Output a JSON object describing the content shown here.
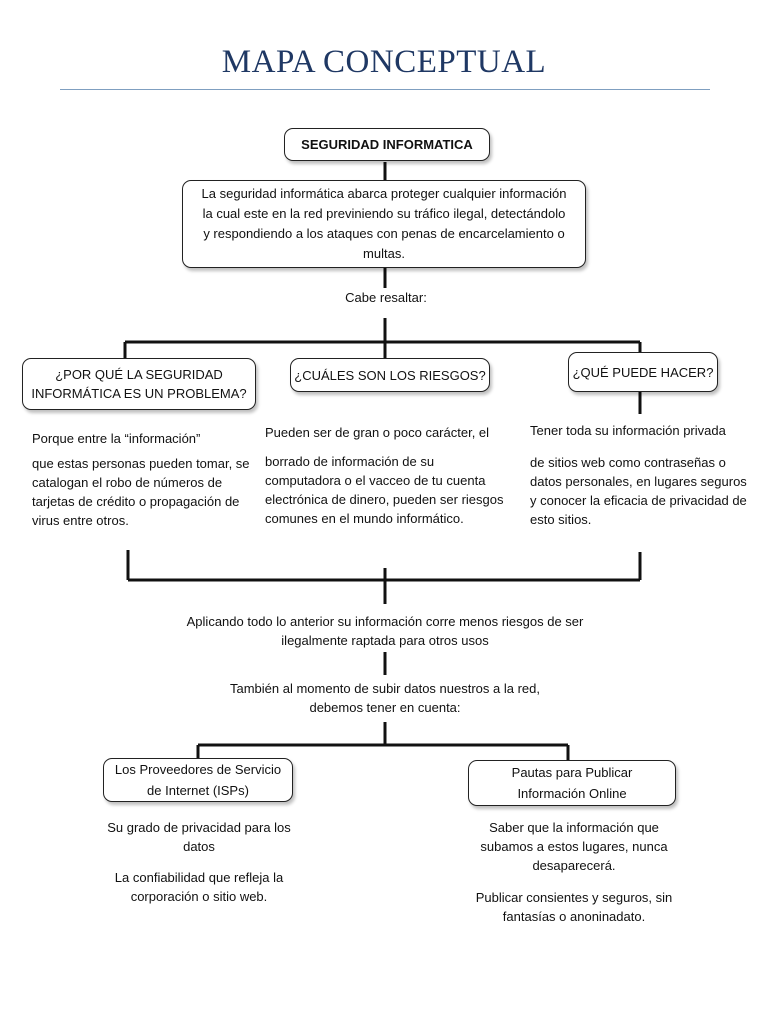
{
  "title": "MAPA CONCEPTUAL",
  "root": "SEGURIDAD INFORMATICA",
  "definition": "La seguridad informática abarca proteger cualquier información la cual este en la red previniendo su tráfico ilegal, detectándolo y respondiendo a los ataques con penas de encarcelamiento o multas.",
  "connector_1": "Cabe resaltar:",
  "branches": [
    {
      "label": "¿POR QUÉ LA SEGURIDAD INFORMÁTICA ES UN PROBLEMA?",
      "text_1": "Porque entre la “información”",
      "text_2": "que estas personas pueden tomar, se catalogan el robo de números de tarjetas de crédito o propagación de virus entre otros."
    },
    {
      "label": "¿CUÁLES SON LOS RIESGOS?",
      "text_1": "Pueden ser de gran o poco carácter, el",
      "text_2": "borrado de información de su computadora o el vacceo de tu cuenta electrónica de dinero, pueden ser riesgos comunes en el mundo informático."
    },
    {
      "label": "¿QUÉ PUEDE HACER?",
      "text_1": "Tener toda su información privada",
      "text_2": "de sitios web como contraseñas o datos personales, en lugares seguros y conocer la eficacia de privacidad de esto sitios."
    }
  ],
  "conclusion": "Aplicando todo lo anterior su información corre menos riesgos de ser ilegalmente raptada para otros usos",
  "connector_2": "También al momento de subir datos nuestros a la red, debemos tener en cuenta:",
  "bottom": [
    {
      "label": "Los Proveedores de Servicio de Internet (ISPs)",
      "text_1": "Su grado de privacidad para los datos",
      "text_2": "La confiabilidad que refleja la corporación o sitio web."
    },
    {
      "label": "Pautas para Publicar Información Online",
      "text_1": "Saber que la información que subamos a estos lugares, nunca desaparecerá.",
      "text_2": "Publicar consientes y seguros, sin fantasías o anoninadato."
    }
  ]
}
